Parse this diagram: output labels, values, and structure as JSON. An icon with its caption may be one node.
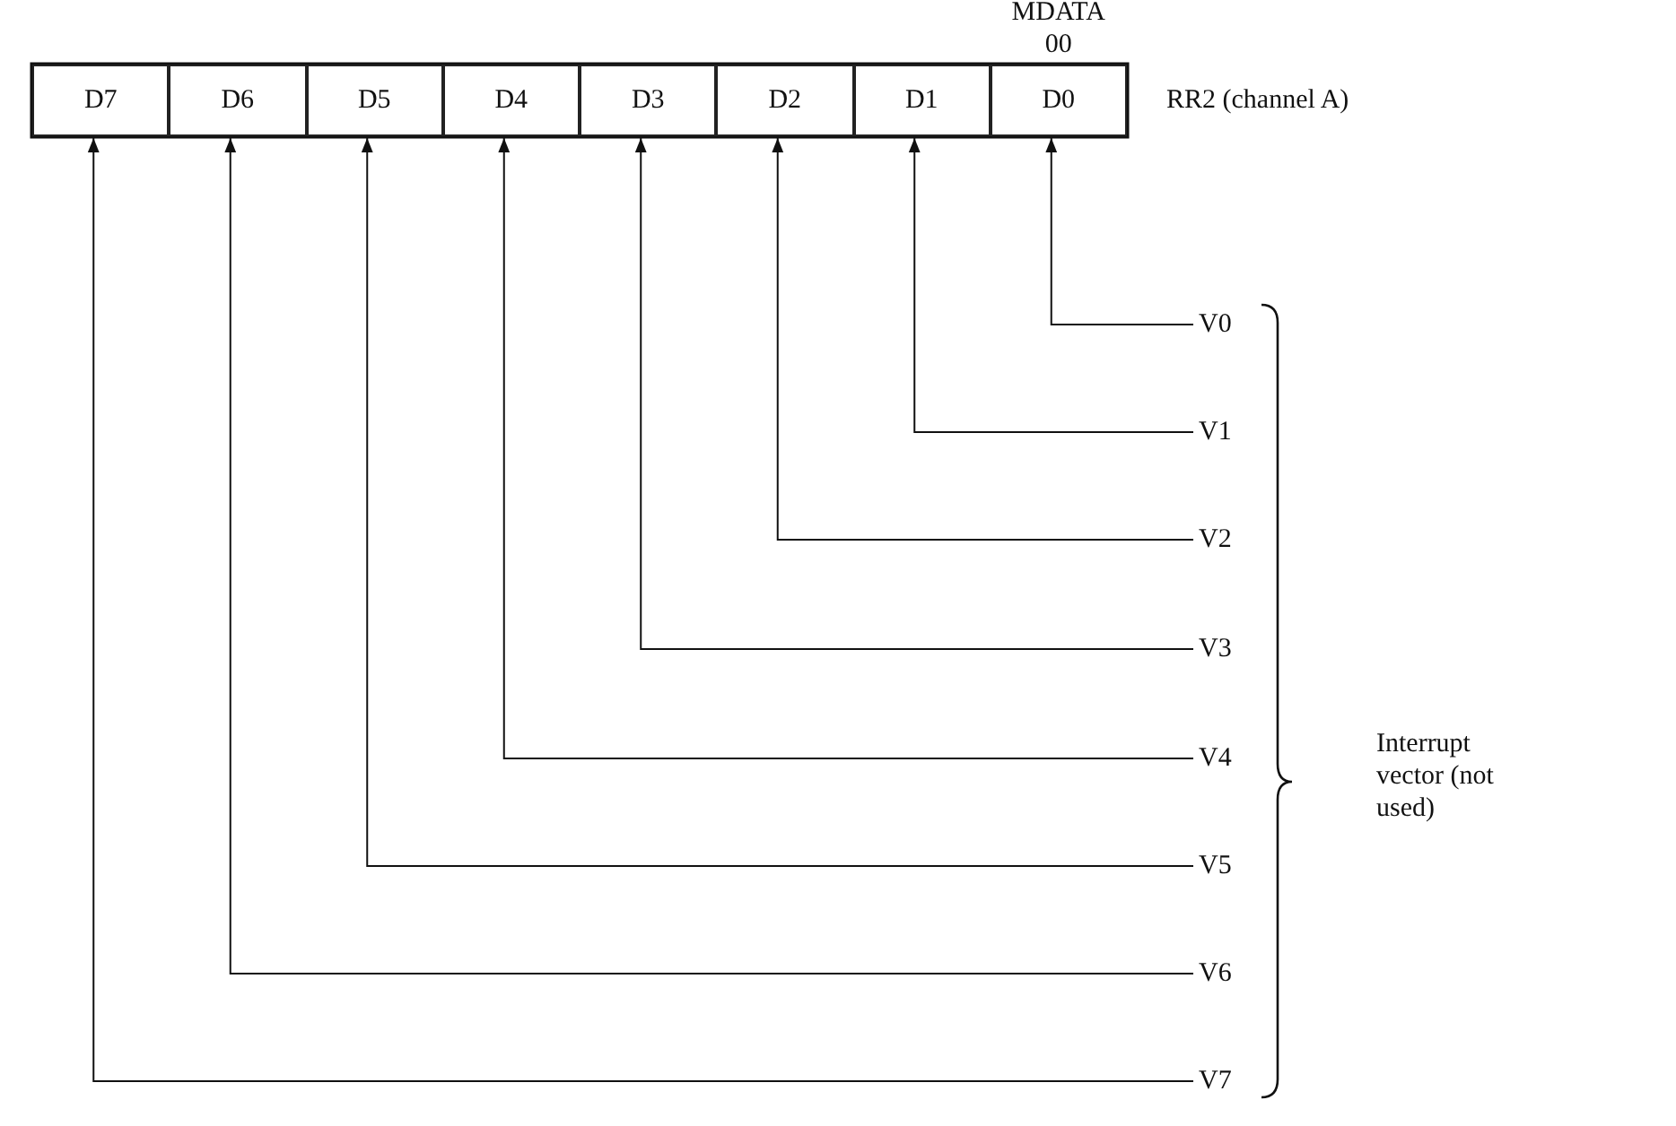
{
  "diagram": {
    "nodes": [
      {
        "text": [
          "D7"
        ]
      },
      {
        "text": [
          "D6"
        ]
      },
      {
        "text": [
          "D5"
        ]
      },
      {
        "text": [
          "D4"
        ]
      },
      {
        "text": [
          "D3"
        ]
      },
      {
        "text": [
          "D2"
        ]
      },
      {
        "text": [
          "D1"
        ]
      },
      {
        "text": [
          "D0"
        ],
        "beside": [
          "MDATA 00"
        ]
      },
      {
        "text": [
          "V0"
        ]
      },
      {
        "text": [
          "V1"
        ]
      },
      {
        "text": [
          "V2"
        ]
      },
      {
        "text": [
          "V3"
        ]
      },
      {
        "text": [
          "V4"
        ]
      },
      {
        "text": [
          "V5"
        ]
      },
      {
        "text": [
          "V6"
        ]
      },
      {
        "text": [
          "V7"
        ]
      }
    ],
    "edges": [
      {
        "from": 8,
        "to": 7,
        "arrow": "to"
      },
      {
        "from": 9,
        "to": 6,
        "arrow": "to"
      },
      {
        "from": 10,
        "to": 5,
        "arrow": "to"
      },
      {
        "from": 11,
        "to": 4,
        "arrow": "to"
      },
      {
        "from": 12,
        "to": 3,
        "arrow": "to"
      },
      {
        "from": 13,
        "to": 2,
        "arrow": "to"
      },
      {
        "from": 14,
        "to": 1,
        "arrow": "to"
      },
      {
        "from": 15,
        "to": 0,
        "arrow": "to"
      }
    ],
    "labels": [
      "RR2 (channel A)",
      "Interrupt vector (not used)"
    ]
  }
}
